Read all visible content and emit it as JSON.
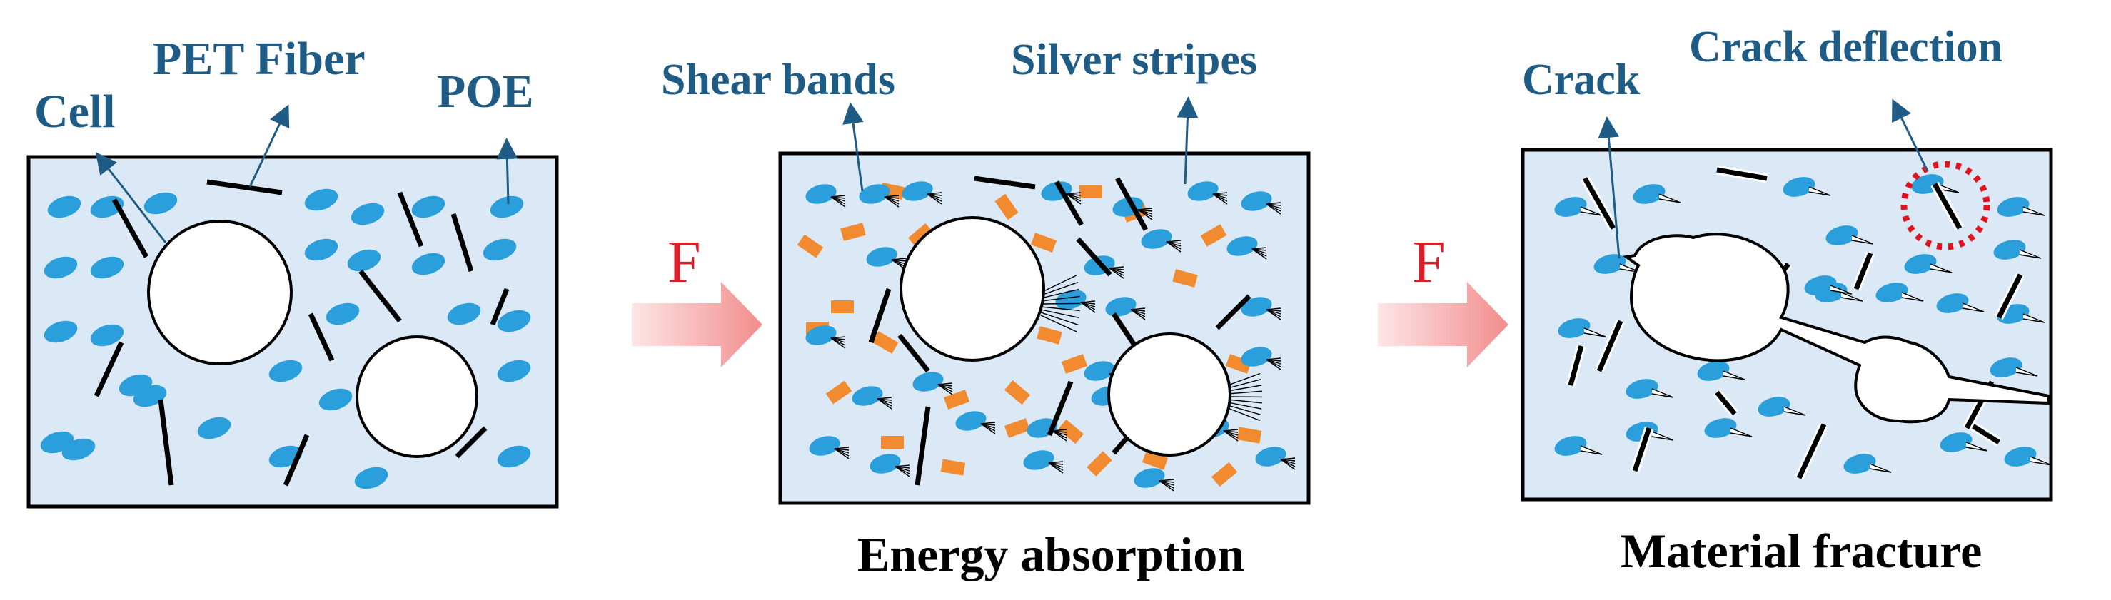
{
  "panel1": {
    "labels": {
      "cell": "Cell",
      "pet_fiber": "PET Fiber",
      "poe": "POE"
    }
  },
  "panel2": {
    "labels": {
      "shear_bands": "Shear bands",
      "silver_stripes": "Silver stripes"
    },
    "caption": "Energy absorption"
  },
  "panel3": {
    "labels": {
      "crack": "Crack",
      "crack_deflection": "Crack deflection"
    },
    "caption": "Material fracture"
  },
  "arrows": [
    {
      "label": "F"
    },
    {
      "label": "F"
    }
  ],
  "colors": {
    "matrix": "#dbe9f6",
    "poe": "#2a9fdb",
    "fiber": "#000000",
    "shear_band": "#f28a30",
    "label_text": "#1f5c85",
    "force_text": "#d9202a",
    "force_arrow": "#f5a0a0",
    "deflection_marker": "#e0141e"
  }
}
